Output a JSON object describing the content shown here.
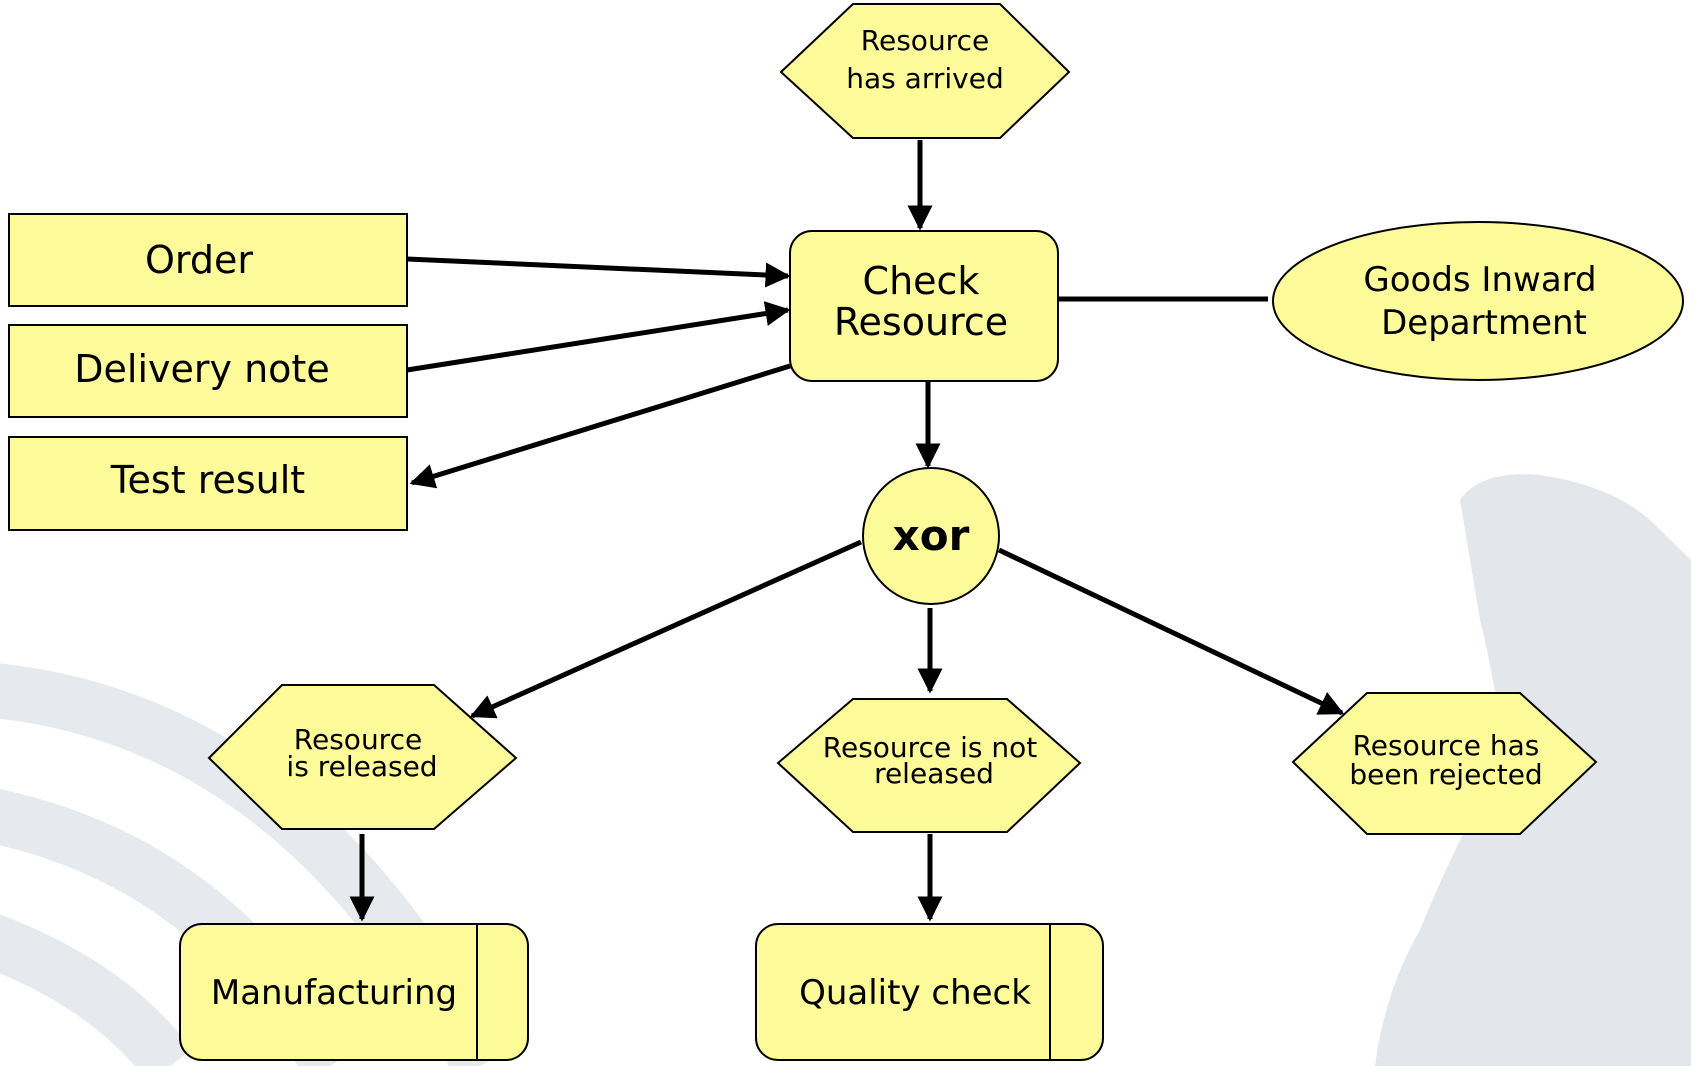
{
  "colors": {
    "node_fill": "#fdfa9a",
    "stroke": "#000000",
    "background_decoration": "#e3e7eb"
  },
  "nodes": {
    "event_resource_arrived": {
      "line1": "Resource",
      "line2": "has arrived"
    },
    "function_check_resource": {
      "line1": "Check",
      "line2": "Resource"
    },
    "info_order": {
      "label": "Order"
    },
    "info_delivery_note": {
      "label": "Delivery note"
    },
    "info_test_result": {
      "label": "Test result"
    },
    "org_goods_inward": {
      "line1": "Goods Inward",
      "line2": "Department"
    },
    "connector_xor": {
      "label": "xor"
    },
    "event_released": {
      "line1": "Resource",
      "line2": "is released"
    },
    "event_not_released": {
      "line1": "Resource is not",
      "line2": "released"
    },
    "event_rejected": {
      "line1": "Resource has",
      "line2": "been rejected"
    },
    "process_manufacturing": {
      "label": "Manufacturing"
    },
    "process_quality_check": {
      "label": "Quality check"
    }
  }
}
